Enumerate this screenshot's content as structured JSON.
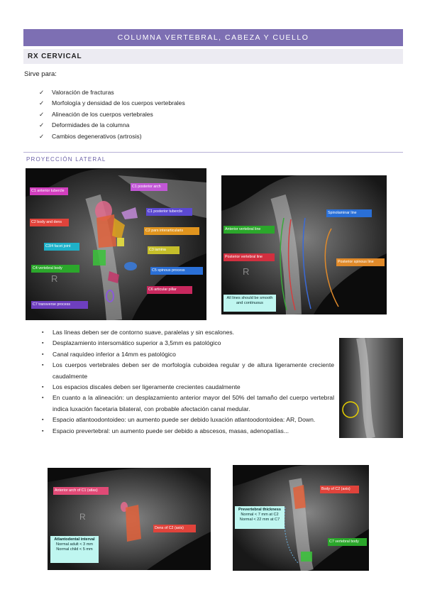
{
  "header": {
    "title": "COLUMNA VERTEBRAL, CABEZA Y CUELLO",
    "section": "RX CERVICAL"
  },
  "intro": "Sirve para:",
  "uses": [
    "Valoración de fracturas",
    "Morfología y densidad de los cuerpos vertebrales",
    "Alineación de los cuerpos vertebrales",
    "Deformidades de la columna",
    "Cambios degenerativos (artrosis)"
  ],
  "check_mark": "✓",
  "subsection": "PROYECCIÓN LATERAL",
  "figure1": {
    "labels": [
      "C1 anterior tubercle",
      "C1 posterior arch",
      "C1 posterior tubercle",
      "C2 body and dens",
      "C2 pars interarticularis",
      "C3/4 facet joint",
      "C3 lamina",
      "C4 vertebral body",
      "C5 spinous process",
      "C6 articular pillar",
      "C7 transverse process"
    ],
    "marker": "R"
  },
  "figure2": {
    "labels": [
      "Spinolaminar line",
      "Anterior vertebral line",
      "Posterior vertebral line",
      "Posterior spinous line",
      "All lines should be smooth and continuous"
    ],
    "marker": "R"
  },
  "bullets": [
    "Las líneas deben ser de contorno suave, paralelas y sin escalones.",
    "Desplazamiento intersomático superior a 3,5mm es patológico",
    "Canal raquídeo inferior a 14mm es patológico",
    "Los cuerpos vertebrales deben ser de morfología cuboidea regular y de altura ligeramente creciente caudalmente",
    "Los espacios discales deben ser ligeramente crecientes caudalmente",
    "En cuanto a la alineación: un desplazamiento anterior mayor del 50% del tamaño del cuerpo vertebral indica luxación facetaria bilateral, con probable afectación canal medular.",
    "Espacio atlantoodontoideo: un aumento puede ser debido luxación atlantoodontoidea: AR, Down.",
    "Espacio prevertebral: un aumento puede ser debido a abscesos, masas, adenopatías..."
  ],
  "figure4": {
    "labels": [
      "Anterior arch of C1 (atlas)",
      "Dens of C2 (axis)"
    ],
    "box_title": "Atlantodental interval",
    "box_lines": [
      "Normal adult < 3 mm",
      "Normal child < 5 mm"
    ],
    "marker": "R"
  },
  "figure5": {
    "labels": [
      "Body of C2 (axis)",
      "C7 vertebral body"
    ],
    "box_title": "Prevertebral thickness",
    "box_lines": [
      "Normal < 7 mm at C2",
      "Normal < 22 mm at C7"
    ]
  },
  "colors": {
    "title_bar": "#7d6fb3",
    "section_bar": "#ecebf2",
    "accent_text": "#6a5fa6"
  }
}
